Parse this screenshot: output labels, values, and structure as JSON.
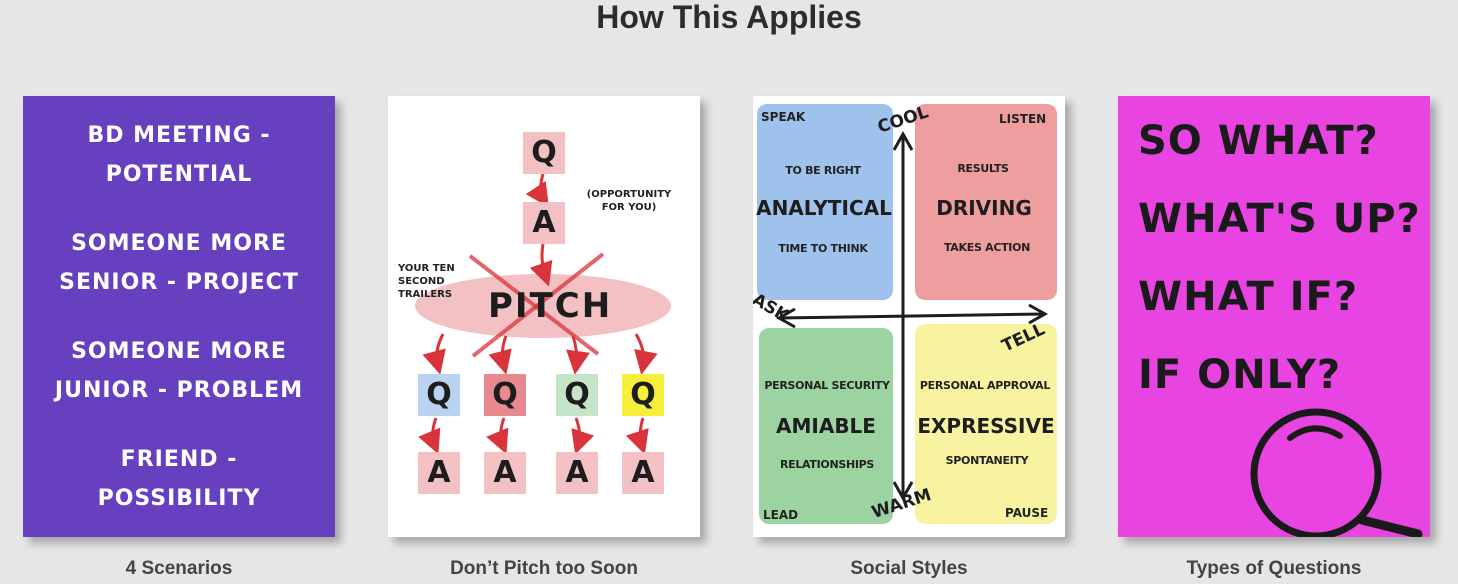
{
  "page": {
    "title": "How This Applies"
  },
  "cards": [
    {
      "caption": "4 Scenarios",
      "scenarios": [
        "BD MEETING - POTENTIAL",
        "SOMEONE MORE SENIOR - PROJECT",
        "SOMEONE MORE JUNIOR - PROBLEM",
        "FRIEND - POSSIBILITY"
      ],
      "background": "#6740bf"
    },
    {
      "caption": "Don’t Pitch too Soon",
      "q": "Q",
      "a": "A",
      "pitch": "PITCH",
      "opportunity_note": "(OPPORTUNITY FOR YOU)",
      "trailers_note": "YOUR TEN SECOND TRAILERS",
      "colors": {
        "pink": "#f3c1c4",
        "blue": "#b9d3f0",
        "red": "#e8888f",
        "green": "#c4e5c8",
        "yellow": "#f5ee3a",
        "arrow": "#d9343b"
      }
    },
    {
      "caption": "Social Styles",
      "axes": {
        "top": "COOL",
        "bottom": "WARM",
        "left": "ASK",
        "right": "TELL"
      },
      "quadrants": [
        {
          "corner": "SPEAK",
          "top": "TO BE RIGHT",
          "name": "ANALYTICAL",
          "bottom": "TIME TO THINK",
          "color": "#9fc2ec"
        },
        {
          "corner": "LISTEN",
          "top": "RESULTS",
          "name": "DRIVING",
          "bottom": "TAKES ACTION",
          "color": "#ee9e9e"
        },
        {
          "corner": "LEAD",
          "top": "PERSONAL SECURITY",
          "name": "AMIABLE",
          "bottom": "RELATIONSHIPS",
          "color": "#9dd3a0"
        },
        {
          "corner": "PAUSE",
          "top": "PERSONAL APPROVAL",
          "name": "EXPRESSIVE",
          "bottom": "SPONTANEITY",
          "color": "#f7f3a0"
        }
      ]
    },
    {
      "caption": "Types of Questions",
      "questions": [
        "SO WHAT?",
        "WHAT'S UP?",
        "WHAT IF?",
        "IF ONLY?"
      ],
      "icon": "magnifying-glass-icon",
      "background": "#e744e2"
    }
  ]
}
